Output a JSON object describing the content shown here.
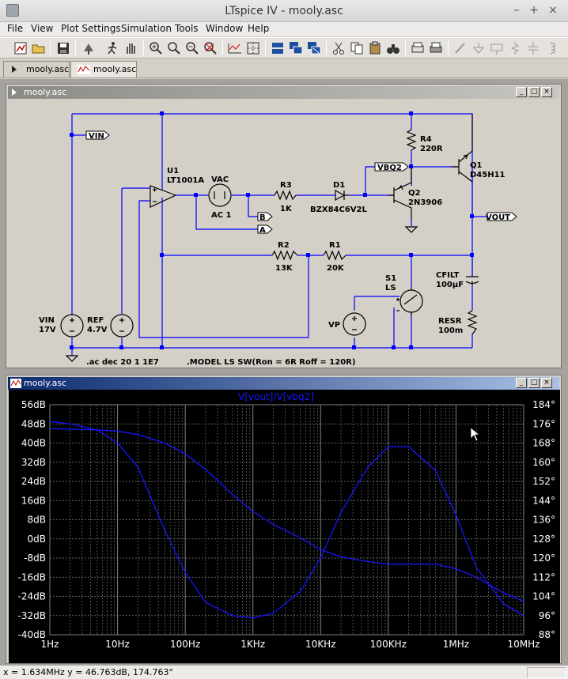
{
  "window": {
    "title": "LTspice IV - mooly.asc",
    "controls": [
      "–",
      "+",
      "×"
    ]
  },
  "menu": [
    "File",
    "View",
    "Plot Settings",
    "Simulation",
    "Tools",
    "Window",
    "Help"
  ],
  "tabs": [
    {
      "label": "mooly.asc",
      "icon": "schematic-icon",
      "active": false
    },
    {
      "label": "mooly.asc",
      "icon": "waveform-icon",
      "active": true
    }
  ],
  "schematic_window": {
    "title": "mooly.asc"
  },
  "plot_window": {
    "title": "mooly.asc"
  },
  "schematic": {
    "labels": {
      "vin_flag": "VIN",
      "u1_name": "U1",
      "u1_value": "LT1001A",
      "vac_name": "VAC",
      "vac_value": "AC 1",
      "r3_name": "R3",
      "r3_value": "1K",
      "d1_name": "D1",
      "d1_value": "BZX84C6V2L",
      "vbq2_flag": "VBQ2",
      "r4_name": "R4",
      "r4_value": "220R",
      "q1_name": "Q1",
      "q1_value": "D45H11",
      "q2_name": "Q2",
      "q2_value": "2N3906",
      "b_flag": "B",
      "a_flag": "A",
      "vout_flag": "VOUT",
      "r2_name": "R2",
      "r2_value": "13K",
      "r1_name": "R1",
      "r1_value": "20K",
      "s1_name": "S1",
      "s1_value": "LS",
      "cfilt_name": "CFILT",
      "cfilt_value": "100µF",
      "vin_name": "VIN",
      "vin_value": "17V",
      "ref_name": "REF",
      "ref_value": "4.7V",
      "vp_name": "VP",
      "resr_name": "RESR",
      "resr_value": "100m",
      "ac_directive": ".ac dec 20 1 1E7",
      "model_directive": ".MODEL LS SW(Ron = 6R Roff = 120R)"
    }
  },
  "chart_data": {
    "type": "line",
    "title": "V[vout]/V[vbq2]",
    "x_scale": "log",
    "xlim": [
      1,
      10000000
    ],
    "x_tick_labels": [
      "1Hz",
      "10Hz",
      "100Hz",
      "1KHz",
      "10KHz",
      "100KHz",
      "1MHz",
      "10MHz"
    ],
    "ylim_left": [
      -40,
      56
    ],
    "y_left_tick_labels": [
      "56dB",
      "48dB",
      "40dB",
      "32dB",
      "24dB",
      "16dB",
      "8dB",
      "0dB",
      "-8dB",
      "-16dB",
      "-24dB",
      "-32dB",
      "-40dB"
    ],
    "ylim_right": [
      88,
      184
    ],
    "y_right_tick_labels": [
      "184°",
      "176°",
      "168°",
      "160°",
      "152°",
      "144°",
      "136°",
      "128°",
      "120°",
      "112°",
      "104°",
      "96°",
      "88°"
    ],
    "grid": true,
    "series": [
      {
        "name": "V[vout]/V[vbq2]",
        "quantity": "magnitude_dB",
        "x": [
          1,
          2,
          5,
          10,
          20,
          50,
          100,
          200,
          500,
          1000,
          2000,
          5000,
          10000,
          20000,
          50000,
          100000,
          200000,
          500000,
          1000000,
          2000000,
          5000000,
          10000000
        ],
        "y": [
          46,
          45.8,
          45.5,
          45,
          43.5,
          40,
          35.5,
          29,
          18.5,
          11.5,
          6,
          0.5,
          -4.5,
          -7.5,
          -9.5,
          -10.5,
          -10.5,
          -10.5,
          -12.5,
          -16,
          -22.5,
          -26
        ]
      },
      {
        "name": "V[vout]/V[vbq2]",
        "quantity": "phase_deg",
        "x": [
          1,
          2,
          5,
          10,
          20,
          50,
          100,
          200,
          500,
          1000,
          2000,
          5000,
          10000,
          20000,
          50000,
          100000,
          200000,
          500000,
          1000000,
          2000000,
          5000000,
          10000000
        ],
        "y": [
          177,
          176,
          173.5,
          168,
          158,
          131.5,
          114,
          101.5,
          96,
          95,
          97,
          106,
          120,
          139,
          158,
          166.5,
          166.5,
          156.5,
          138,
          116,
          101,
          96
        ]
      }
    ]
  },
  "status": {
    "text": "x = 1.634MHz   y = 46.763dB, 174.763°"
  },
  "colors": {
    "plot_bg": "#000000",
    "grid": "#808080",
    "trace": "#1616ff",
    "axis_text": "#ffffff",
    "schematic_bg": "#d4d0c8",
    "wire": "#0000ff",
    "schematic_text": "#000000"
  }
}
